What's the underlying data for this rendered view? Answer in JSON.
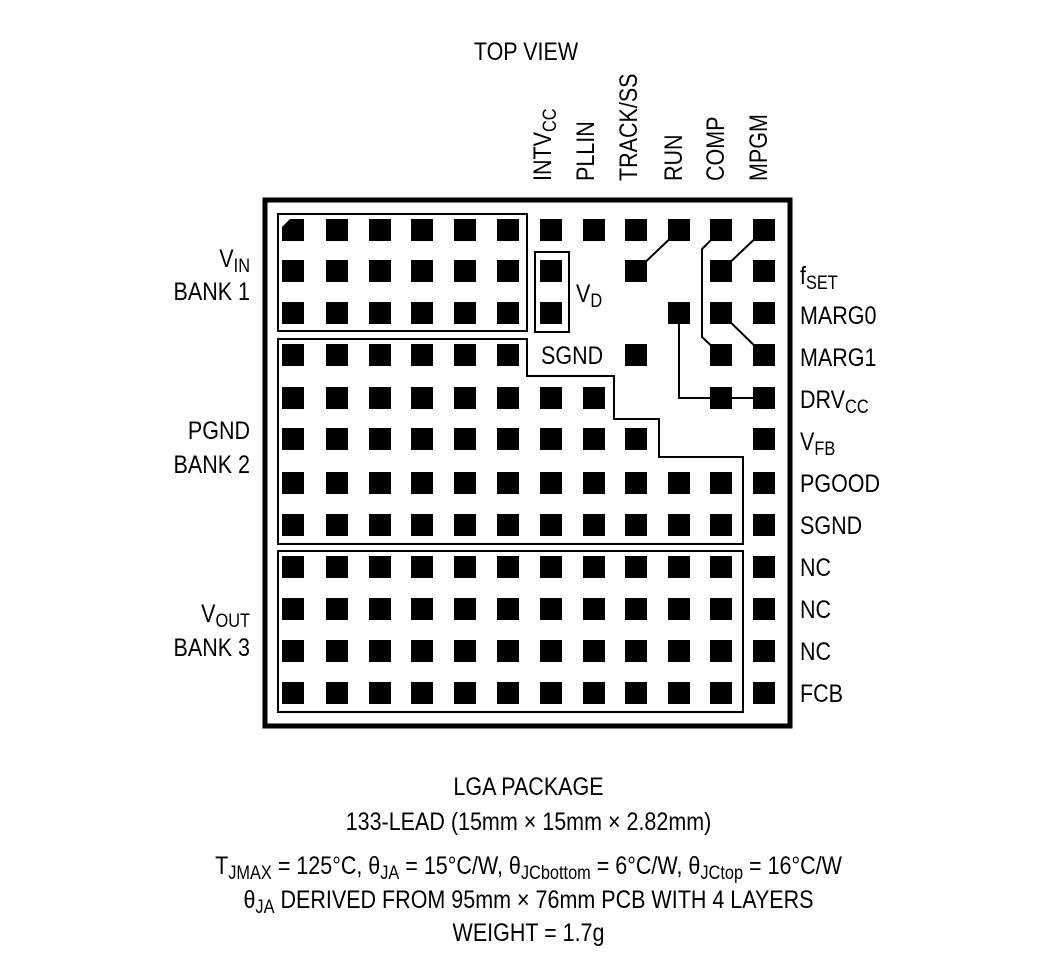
{
  "title": "TOP VIEW",
  "top_pins": [
    {
      "main": "INTV",
      "sub": "CC"
    },
    {
      "main": "PLLIN",
      "sub": ""
    },
    {
      "main": "TRACK/SS",
      "sub": ""
    },
    {
      "main": "RUN",
      "sub": ""
    },
    {
      "main": "COMP",
      "sub": ""
    },
    {
      "main": "MPGM",
      "sub": ""
    }
  ],
  "right_pins": [
    {
      "main": "f",
      "sub": "SET"
    },
    {
      "main": "MARG0",
      "sub": ""
    },
    {
      "main": "MARG1",
      "sub": ""
    },
    {
      "main": "DRV",
      "sub": "CC"
    },
    {
      "main": "V",
      "sub": "FB"
    },
    {
      "main": "PGOOD",
      "sub": ""
    },
    {
      "main": "SGND",
      "sub": ""
    },
    {
      "main": "NC",
      "sub": ""
    },
    {
      "main": "NC",
      "sub": ""
    },
    {
      "main": "NC",
      "sub": ""
    },
    {
      "main": "FCB",
      "sub": ""
    }
  ],
  "banks": {
    "vin": {
      "main": "V",
      "sub": "IN",
      "line2": "BANK 1"
    },
    "pgnd": {
      "line1": "PGND",
      "line2": "BANK 2"
    },
    "vout": {
      "main": "V",
      "sub": "OUT",
      "line2": "BANK 3"
    }
  },
  "vd_label": {
    "main": "V",
    "sub": "D"
  },
  "sgnd_label": "SGND",
  "package": {
    "line1": "LGA PACKAGE",
    "line2": "133-LEAD (15mm × 15mm × 2.82mm)",
    "thermal": {
      "t_pre": "T",
      "t_sub": "JMAX",
      "t_val": " = 125°C, ",
      "ja_pre": "θ",
      "ja_sub": "JA",
      "ja_val": " = 15°C/W, ",
      "jcb_pre": "θ",
      "jcb_sub": "JCbottom",
      "jcb_val": " = 6°C/W, ",
      "jct_pre": "θ",
      "jct_sub": "JCtop",
      "jct_val": " = 16°C/W"
    },
    "derived": {
      "pre": "θ",
      "sub": "JA",
      "rest": " DERIVED FROM 95mm × 76mm PCB WITH 4 LAYERS"
    },
    "weight": "WEIGHT = 1.7g"
  },
  "colors": {
    "ink": "#000000",
    "paper": "#ffffff"
  }
}
